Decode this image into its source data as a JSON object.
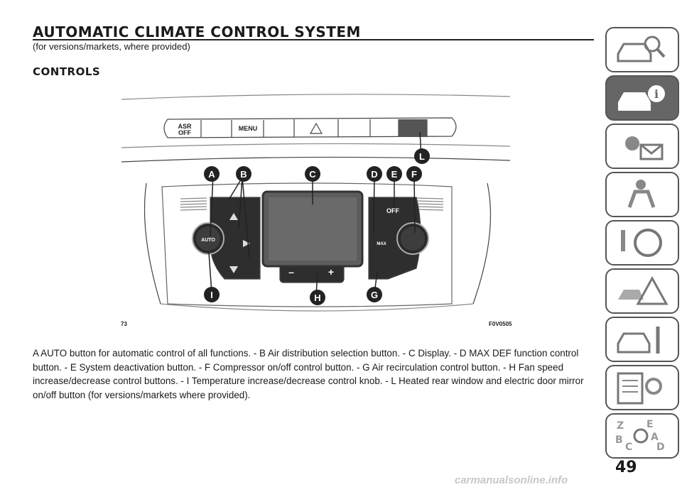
{
  "header": {
    "title": "AUTOMATIC CLIMATE CONTROL SYSTEM",
    "subtitle": "(for versions/markets, where provided)",
    "section": "CONTROLS"
  },
  "figure": {
    "number": "73",
    "code": "F0V0505",
    "buttons": {
      "asr": "ASR",
      "off": "OFF",
      "menu": "MENU",
      "auto": "AUTO",
      "system_off": "OFF",
      "max": "MAX",
      "fan_minus": "–",
      "fan_plus": "+"
    },
    "callouts": [
      "A",
      "B",
      "C",
      "D",
      "E",
      "F",
      "G",
      "H",
      "I",
      "L"
    ]
  },
  "caption": "A AUTO button for automatic control of all functions. - B Air distribution selection button. - C Display. - D MAX DEF function control button. - E System deactivation button. - F Compressor on/off control button. - G Air recirculation control button. - H Fan speed increase/decrease control buttons. - I Temperature increase/decrease control knob. - L Heated rear window and electric door mirror on/off button (for versions/markets where provided).",
  "sidebar": {
    "tabs": [
      {
        "icon": "car-dashboard-icon",
        "active": false
      },
      {
        "icon": "car-info-icon",
        "active": true
      },
      {
        "icon": "warning-light-icon",
        "active": false
      },
      {
        "icon": "seat-safety-icon",
        "active": false
      },
      {
        "icon": "key-steering-wheel-icon",
        "active": false
      },
      {
        "icon": "emergency-triangle-icon",
        "active": false
      },
      {
        "icon": "car-maintenance-icon",
        "active": false
      },
      {
        "icon": "technical-data-icon",
        "active": false
      },
      {
        "icon": "index-search-icon",
        "active": false
      }
    ]
  },
  "page_number": "49",
  "watermark": "carmanualsonline.info"
}
